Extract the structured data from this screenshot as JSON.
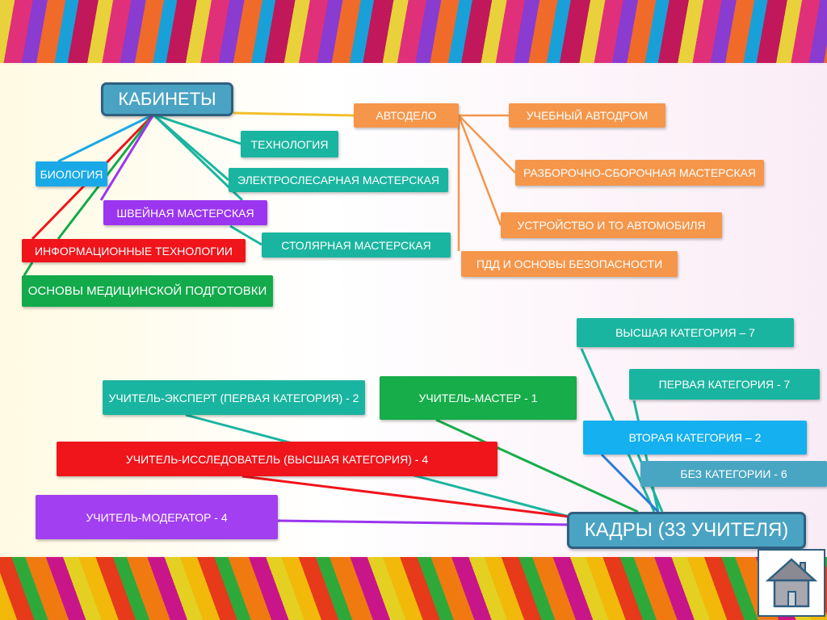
{
  "cabinets": {
    "root": "КАБИНЕТЫ",
    "avtodelo": "АВТОДЕЛО",
    "avtodelo_items": [
      "УЧЕБНЫЙ АВТОДРОМ",
      "РАЗБОРОЧНО-СБОРОЧНАЯ МАСТЕРСКАЯ",
      "УСТРОЙСТВО И ТО АВТОМОБИЛЯ",
      "ПДД И ОСНОВЫ БЕЗОПАСНОСТИ"
    ],
    "items": [
      "ТЕХНОЛОГИЯ",
      "ЭЛЕКТРОСЛЕСАРНАЯ МАСТЕРСКАЯ",
      "БИОЛОГИЯ",
      "ШВЕЙНАЯ МАСТЕРСКАЯ",
      "СТОЛЯРНАЯ МАСТЕРСКАЯ",
      "ИНФОРМАЦИОННЫЕ ТЕХНОЛОГИИ",
      "ОСНОВЫ МЕДИЦИНСКОЙ ПОДГОТОВКИ"
    ]
  },
  "staff": {
    "root": "КАДРЫ (33 УЧИТЕЛЯ)",
    "categories": [
      "ВЫСШАЯ КАТЕГОРИЯ – 7",
      "ПЕРВАЯ КАТЕГОРИЯ - 7",
      "ВТОРАЯ КАТЕГОРИЯ – 2",
      "БЕЗ КАТЕГОРИИ - 6"
    ],
    "roles": [
      "УЧИТЕЛЬ-МАСТЕР - 1",
      "УЧИТЕЛЬ-ЭКСПЕРТ (ПЕРВАЯ КАТЕГОРИЯ) - 2",
      "УЧИТЕЛЬ-ИССЛЕДОВАТЕЛЬ (ВЫСШАЯ КАТЕГОРИЯ) - 4",
      "УЧИТЕЛЬ-МОДЕРАТОР - 4"
    ]
  },
  "colors": {
    "orange": "#f5964a",
    "teal": "#1ab5a0",
    "blue": "#19a9e6",
    "purple": "#9b35f0",
    "red": "#f0141b",
    "green": "#12aa4b",
    "root": "#4aa3c3"
  },
  "nav": {
    "home_icon": "home-icon"
  }
}
